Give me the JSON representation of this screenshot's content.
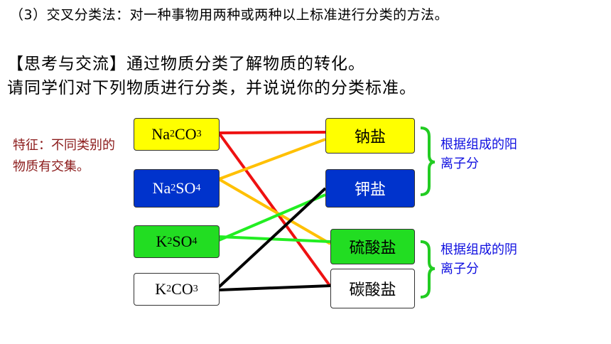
{
  "header": {
    "line1": "（3）交叉分类法：对一种事物用两种或两种以上标准进行分类的方法。",
    "line2": "【思考与交流】通过物质分类了解物质的转化。",
    "line3": "请同学们对下列物质进行分类，并说说你的分类标准。"
  },
  "feature_text": "特征：不同类别的物质有交集。",
  "substances": [
    {
      "pre": "Na",
      "sub1": "2",
      "mid": "CO",
      "sub2": "3",
      "bg": "#ffff00",
      "fg": "#000000"
    },
    {
      "pre": "Na",
      "sub1": "2",
      "mid": "SO",
      "sub2": "4",
      "bg": "#0033cc",
      "fg": "#ffffff"
    },
    {
      "pre": "K",
      "sub1": "2",
      "mid": "SO",
      "sub2": "4",
      "bg": "#22dd22",
      "fg": "#000000"
    },
    {
      "pre": "K",
      "sub1": "2",
      "mid": "CO",
      "sub2": "3",
      "bg": "#ffffff",
      "fg": "#000000"
    }
  ],
  "categories": [
    {
      "label": "钠盐",
      "bg": "#ffff00",
      "fg": "#000000"
    },
    {
      "label": "钾盐",
      "bg": "#0033cc",
      "fg": "#ffffff"
    },
    {
      "label": "硫酸盐",
      "bg": "#22dd22",
      "fg": "#000000"
    },
    {
      "label": "碳酸盐",
      "bg": "#ffffff",
      "fg": "#000000"
    }
  ],
  "notes": {
    "cation": "根据组成的阳离子分",
    "anion": "根据组成的阴离子分"
  },
  "colors": {
    "link_red": "#ee1111",
    "link_orange": "#ffc000",
    "link_green": "#22ee22",
    "link_black": "#000000",
    "brace": "#22cc22"
  }
}
